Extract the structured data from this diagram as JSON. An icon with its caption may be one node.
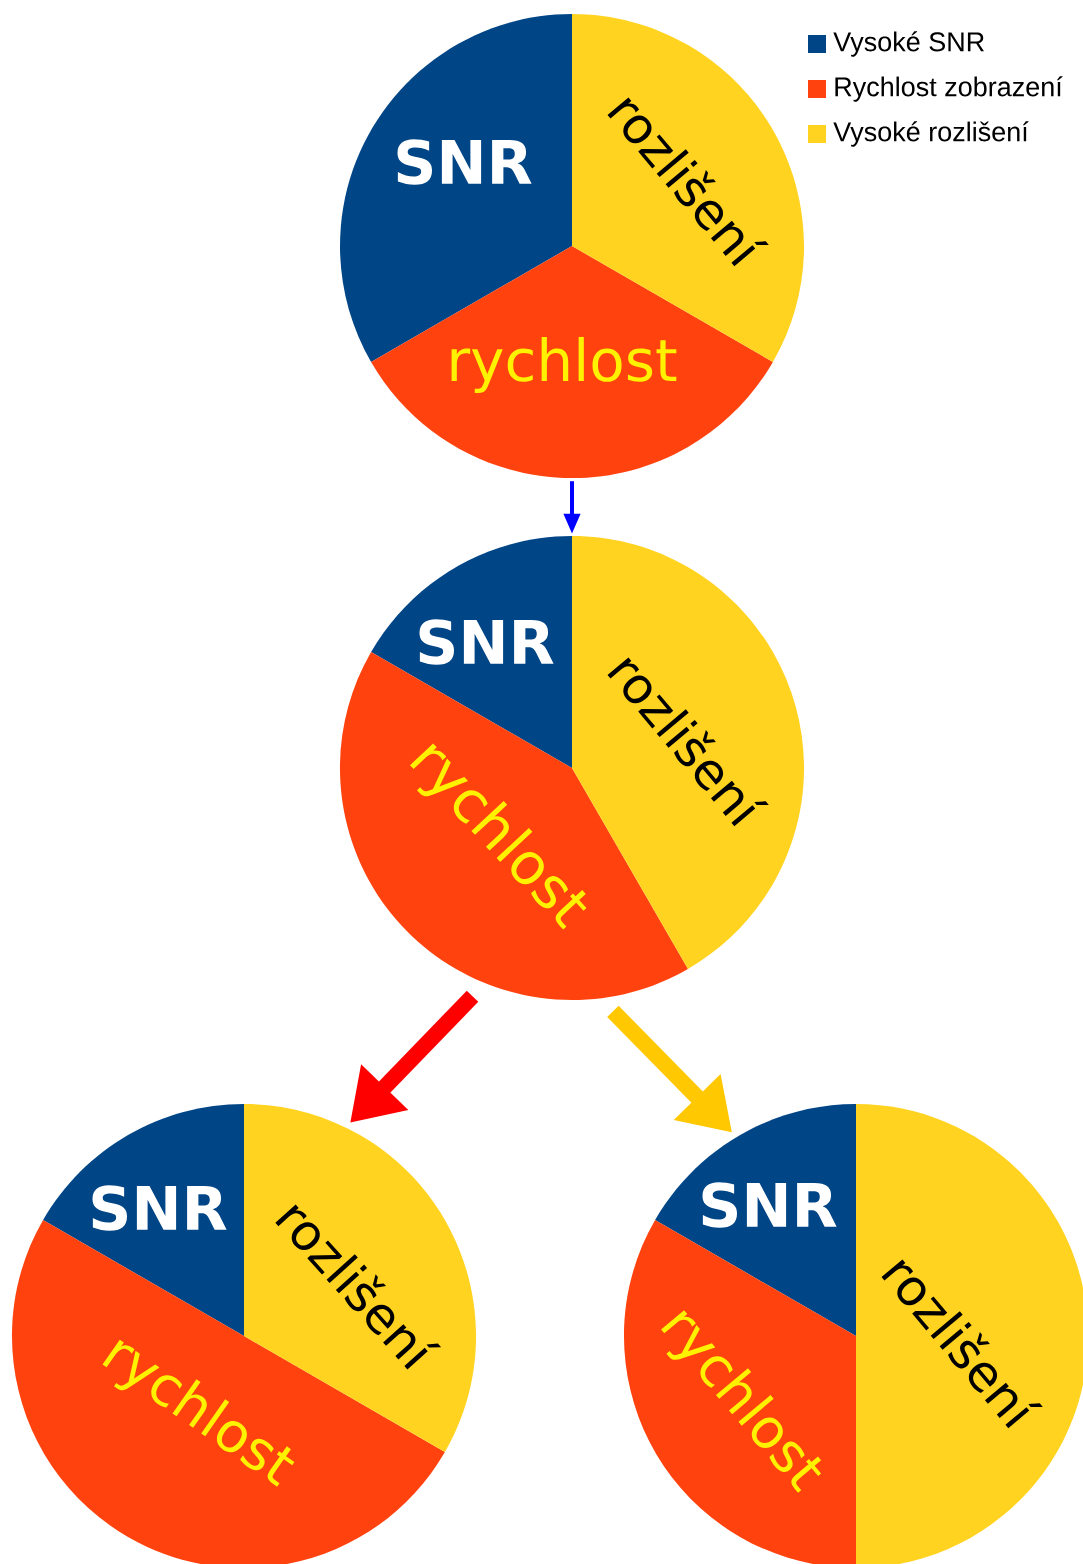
{
  "diagram": {
    "nodes": [
      {
        "text": [
          "SNR",
          "rozlišení",
          "rychlost"
        ]
      },
      {
        "text": [
          "SNR",
          "rozlišení",
          "rychlost"
        ]
      },
      {
        "text": [
          "SNR",
          "rozlišení",
          "rychlost"
        ]
      },
      {
        "text": [
          "SNR",
          "rozlišení",
          "rychlost"
        ]
      }
    ],
    "edges": [
      {
        "from": 0,
        "to": 1,
        "arrow": "to",
        "color": "#0000ff"
      },
      {
        "from": 1,
        "to": 2,
        "arrow": "to",
        "color": "#ff0000"
      },
      {
        "from": 1,
        "to": 3,
        "arrow": "to",
        "color": "#ffc800"
      }
    ],
    "legend": [
      {
        "text": "Vysoké SNR",
        "color": "#004586"
      },
      {
        "text": "Rychlost zobrazení",
        "color": "#ff420e"
      },
      {
        "text": "Vysoké rozlišení",
        "color": "#ffd320"
      }
    ]
  }
}
